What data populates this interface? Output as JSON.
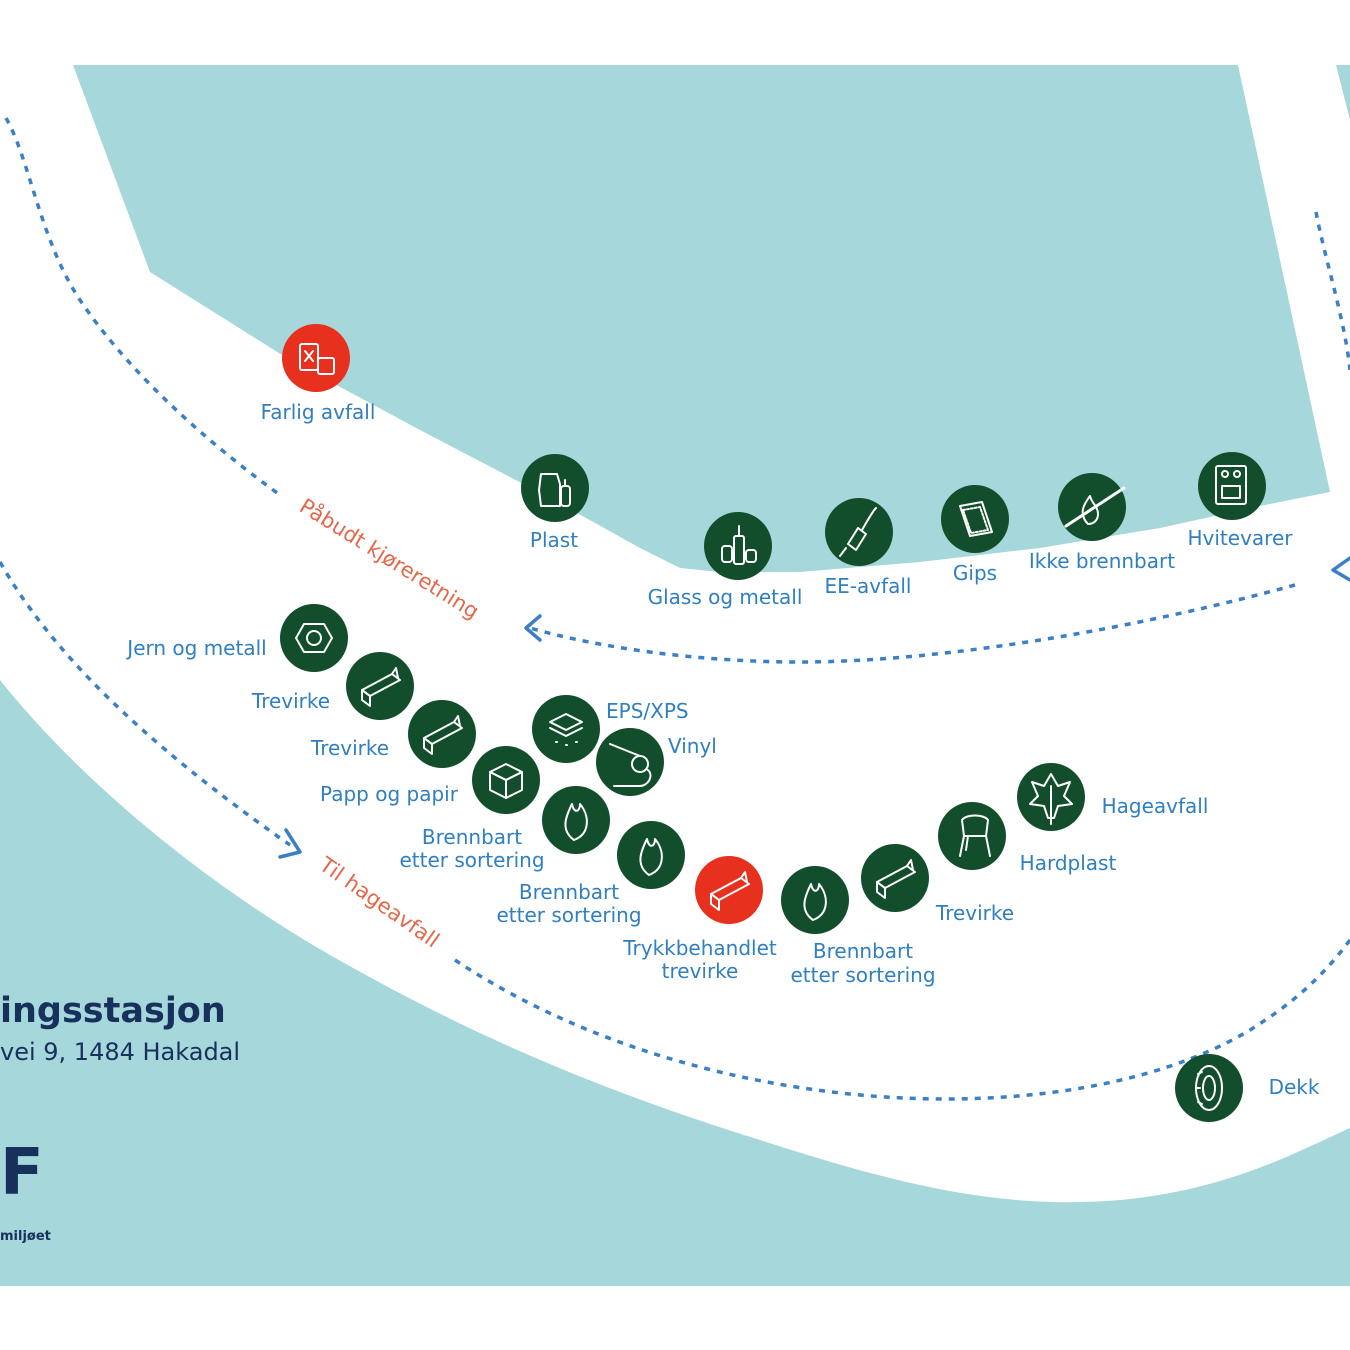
{
  "station": {
    "title": "ingsstasjon",
    "address": "vei 9, 1484 Hakadal",
    "logo_text": "F",
    "logo_tagline": "miljøet"
  },
  "directions": {
    "mandatory": "Påbudt kjøreretning",
    "garden": "Til hageavfall"
  },
  "stations": {
    "farlig": {
      "l1": "Farlig avfall",
      "icon": "hazard-icon",
      "color": "#e8301f"
    },
    "plast": {
      "l1": "Plast",
      "icon": "plastic-bottle-icon",
      "color": "#134e2c"
    },
    "glass": {
      "l1": "Glass og metall",
      "icon": "glass-bottle-icon",
      "color": "#134e2c"
    },
    "ee": {
      "l1": "EE-avfall",
      "icon": "plug-icon",
      "color": "#134e2c"
    },
    "gips": {
      "l1": "Gips",
      "icon": "plasterboard-icon",
      "color": "#134e2c"
    },
    "ikke": {
      "l1": "Ikke brennbart",
      "icon": "no-fire-icon",
      "color": "#134e2c"
    },
    "hvite": {
      "l1": "Hvitevarer",
      "icon": "stove-icon",
      "color": "#134e2c"
    },
    "jern": {
      "l1": "Jern og metall",
      "icon": "nut-icon",
      "color": "#134e2c"
    },
    "trevirke1": {
      "l1": "Trevirke",
      "icon": "wood-plank-icon",
      "color": "#134e2c"
    },
    "trevirke2": {
      "l1": "Trevirke",
      "icon": "wood-plank-icon",
      "color": "#134e2c"
    },
    "papp": {
      "l1": "Papp og papir",
      "icon": "cardboard-box-icon",
      "color": "#134e2c"
    },
    "eps": {
      "l1": "EPS/XPS",
      "icon": "eps-foam-icon",
      "color": "#134e2c"
    },
    "vinyl": {
      "l1": "Vinyl",
      "icon": "vinyl-roll-icon",
      "color": "#134e2c"
    },
    "brenn1": {
      "l1": "Brennbart",
      "l2": "etter sortering",
      "icon": "flame-icon",
      "color": "#134e2c"
    },
    "brenn2": {
      "l1": "Brennbart",
      "l2": "etter sortering",
      "icon": "flame-icon",
      "color": "#134e2c"
    },
    "trykk": {
      "l1": "Trykkbehandlet",
      "l2": "trevirke",
      "icon": "wood-plank-icon",
      "color": "#e8301f"
    },
    "brenn3": {
      "l1": "Brennbart",
      "l2": "etter sortering",
      "icon": "flame-icon",
      "color": "#134e2c"
    },
    "trevirke3": {
      "l1": "Trevirke",
      "icon": "wood-plank-icon",
      "color": "#134e2c"
    },
    "hardplast": {
      "l1": "Hardplast",
      "icon": "plastic-chair-icon",
      "color": "#134e2c"
    },
    "hage": {
      "l1": "Hageavfall",
      "icon": "leaf-icon",
      "color": "#134e2c"
    },
    "dekk": {
      "l1": "Dekk",
      "icon": "tire-icon",
      "color": "#134e2c"
    }
  },
  "colors": {
    "water": "#a6d7db",
    "road": "#ffffff",
    "route": "#3b7fc4",
    "label": "#2f7fc1",
    "direction_text": "#e5674a",
    "brand": "#17305c"
  }
}
